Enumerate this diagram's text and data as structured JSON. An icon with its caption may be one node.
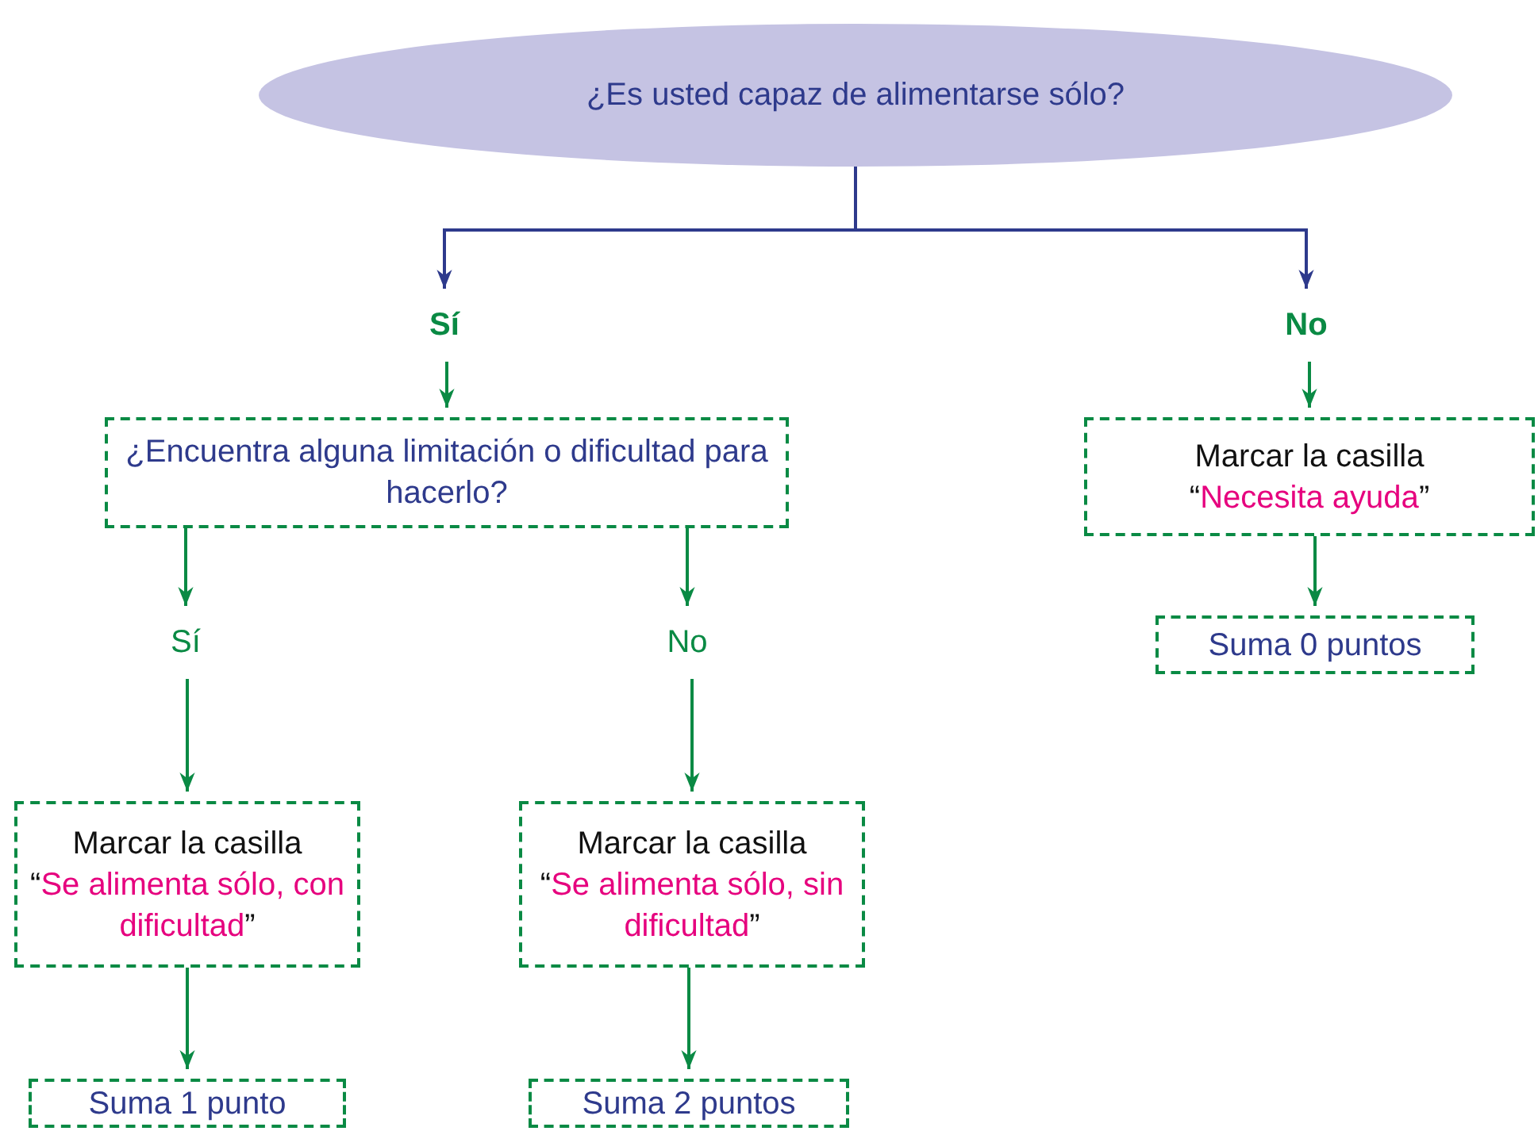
{
  "diagram": {
    "nodes": [
      {
        "text": [
          "¿Es usted capaz de alimentarse sólo?"
        ]
      },
      {
        "text": [
          "Sí"
        ]
      },
      {
        "text": [
          "No"
        ]
      },
      {
        "text": [
          "¿Encuentra alguna limitación o dificultad para hacerlo?"
        ]
      },
      {
        "text": [
          "Marcar la casilla",
          "“Necesita ayuda”"
        ]
      },
      {
        "text": [
          "Suma 0 puntos"
        ]
      },
      {
        "text": [
          "Sí"
        ]
      },
      {
        "text": [
          "No"
        ]
      },
      {
        "text": [
          "Marcar la casilla",
          "“Se alimenta sólo, con dificultad”"
        ]
      },
      {
        "text": [
          "Marcar la casilla",
          "“Se alimenta sólo, sin dificultad”"
        ]
      },
      {
        "text": [
          "Suma 1 punto"
        ]
      },
      {
        "text": [
          "Suma 2 puntos"
        ]
      }
    ],
    "edges": [
      {
        "from": 0,
        "to": 1,
        "arrow": "to",
        "color": "#2e3a8c"
      },
      {
        "from": 0,
        "to": 2,
        "arrow": "to",
        "color": "#2e3a8c"
      },
      {
        "from": 1,
        "to": 3,
        "arrow": "to"
      },
      {
        "from": 2,
        "to": 4,
        "arrow": "to"
      },
      {
        "from": 4,
        "to": 5,
        "arrow": "to"
      },
      {
        "from": 3,
        "to": 6,
        "arrow": "to"
      },
      {
        "from": 3,
        "to": 7,
        "arrow": "to"
      },
      {
        "from": 6,
        "to": 8,
        "arrow": "to"
      },
      {
        "from": 7,
        "to": 9,
        "arrow": "to"
      },
      {
        "from": 8,
        "to": 10,
        "arrow": "to"
      },
      {
        "from": 9,
        "to": 11,
        "arrow": "to"
      }
    ]
  }
}
